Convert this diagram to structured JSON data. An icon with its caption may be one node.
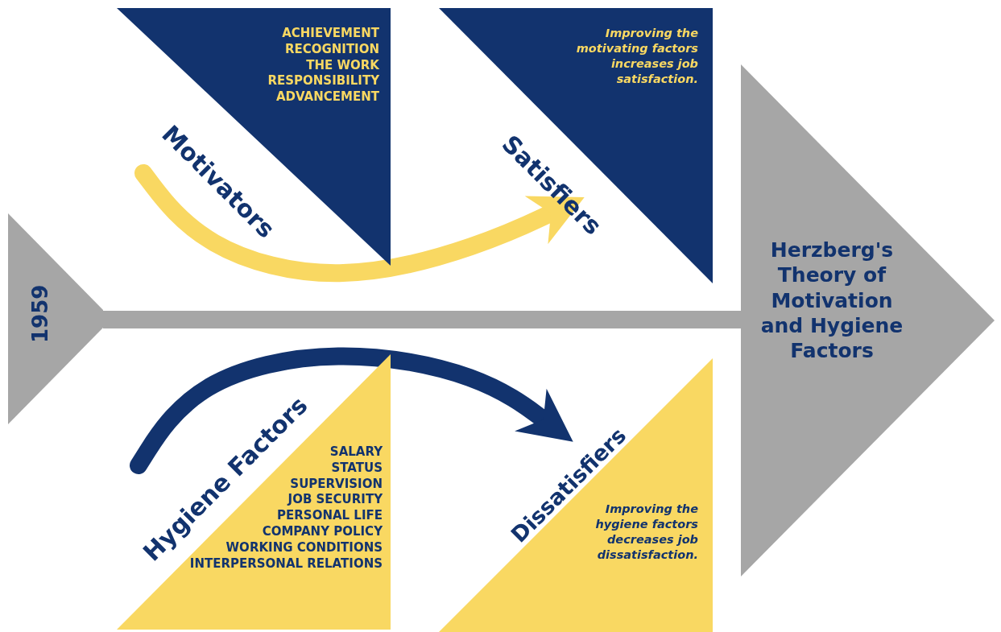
{
  "diagram": {
    "nodes": [
      {
        "text": [
          "1959"
        ]
      },
      {
        "text": [
          "Motivators"
        ]
      },
      {
        "text": [
          "ACHIEVEMENT",
          "RECOGNITION",
          "THE WORK",
          "RESPONSIBILITY",
          "ADVANCEMENT"
        ]
      },
      {
        "text": [
          "Satisfiers"
        ]
      },
      {
        "text": [
          "Improving the motivating factors increases job satisfaction."
        ]
      },
      {
        "text": [
          "Herzberg's Theory of Motivation and Hygiene Factors"
        ]
      },
      {
        "text": [
          "Hygiene Factors"
        ]
      },
      {
        "text": [
          "SALARY",
          "STATUS",
          "SUPERVISION",
          "JOB SECURITY",
          "PERSONAL LIFE",
          "COMPANY POLICY",
          "WORKING CONDITIONS",
          "INTERPERSONAL RELATIONS"
        ]
      },
      {
        "text": [
          "Dissatisfiers"
        ]
      },
      {
        "text": [
          "Improving the hygiene factors decreases job dissatisfaction."
        ]
      }
    ],
    "edges": [
      {
        "from": 0,
        "to": 5,
        "arrow": "none",
        "color": "#a6a6a6"
      },
      {
        "from": 1,
        "to": 3,
        "arrow": "to",
        "color": "#f9d862"
      },
      {
        "from": 6,
        "to": 8,
        "arrow": "to",
        "color": "#12336e"
      }
    ]
  }
}
